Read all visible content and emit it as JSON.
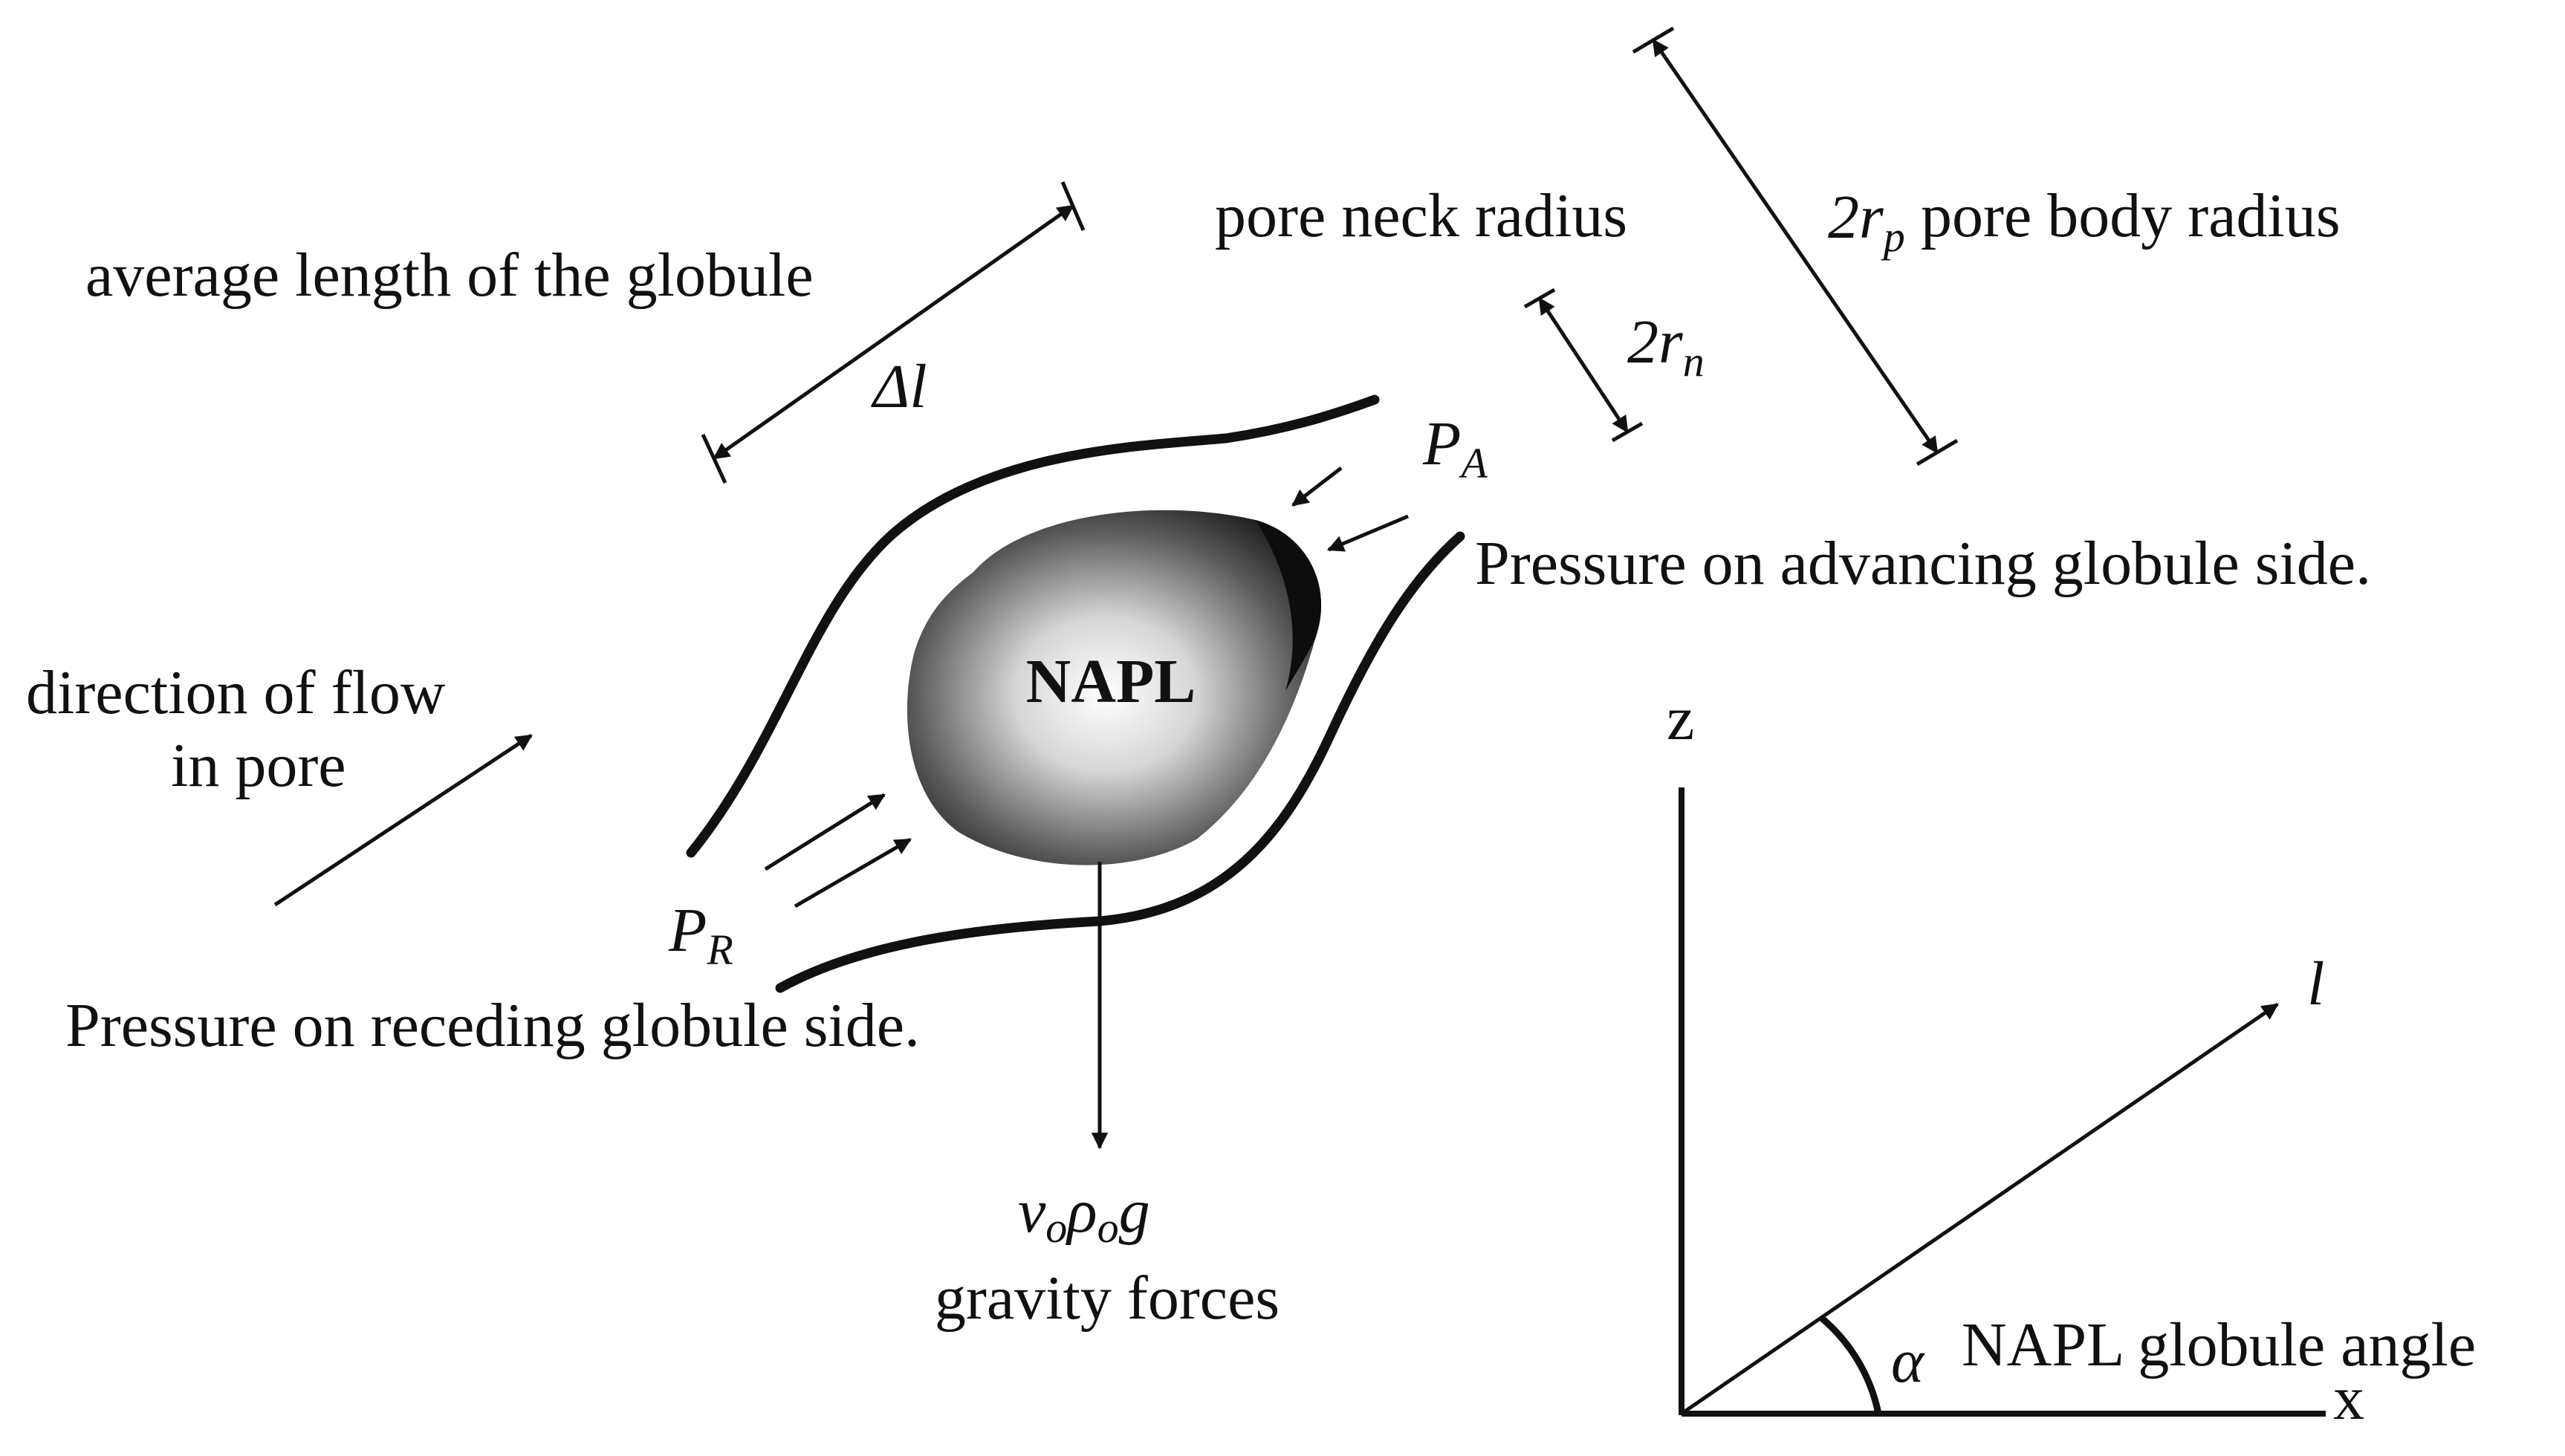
{
  "labels": {
    "avg_length": "average length of the globule",
    "delta_l": "Δl",
    "pore_neck": "pore neck radius",
    "neck_sym": "2r",
    "neck_sub": "n",
    "body_sym": "2r",
    "body_sub": "p",
    "pore_body": "pore body radius",
    "pa_sym": "P",
    "pa_sub": "A",
    "pressure_adv": "Pressure on advancing globule side.",
    "flow_line1": "direction of flow",
    "flow_line2": "in pore",
    "napl": "NAPL",
    "pr_sym": "P",
    "pr_sub": "R",
    "pressure_rec": "Pressure on receding globule side.",
    "grav_v": "v",
    "grav_o1": "o",
    "grav_rho": "ρ",
    "grav_o2": "o",
    "grav_g": "g",
    "gravity": "gravity forces",
    "axis_z": "z",
    "axis_x": "x",
    "axis_l": "l",
    "alpha": "α",
    "angle": "NAPL globule angle"
  },
  "colors": {
    "ink": "#111111",
    "globule_light": "#ffffff",
    "globule_dark": "#1a1a1a"
  }
}
